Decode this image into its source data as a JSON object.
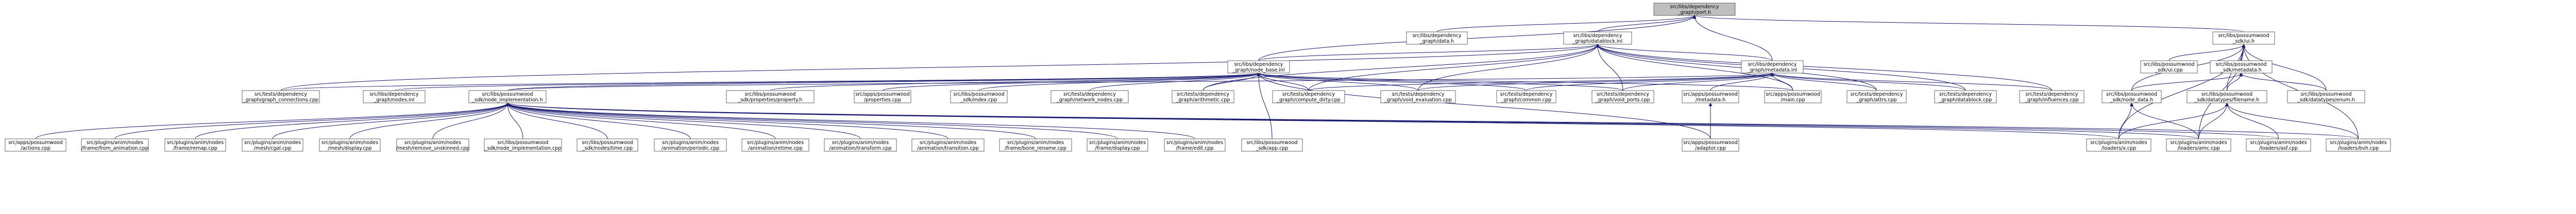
{
  "colors": {
    "edge": "#191970",
    "node_fill": "#ffffff",
    "node_stroke": "#666666",
    "root_fill": "#bfbfbf",
    "incomplete_stroke": "#ff0000"
  },
  "nodes": [
    {
      "id": "root",
      "lines": [
        "src/libs/dependency",
        "_graph/port.h"
      ],
      "style": "root"
    },
    {
      "id": "data_h",
      "lines": [
        "src/libs/dependency",
        "_graph/data.h"
      ]
    },
    {
      "id": "datablock_inl",
      "lines": [
        "src/libs/dependency",
        "_graph/datablock.inl"
      ]
    },
    {
      "id": "sdk_ui_h",
      "lines": [
        "src/libs/possumwood",
        "_sdk/ui.h"
      ]
    },
    {
      "id": "node_base_inl",
      "lines": [
        "src/libs/dependency",
        "_graph/node_base.inl"
      ]
    },
    {
      "id": "metadata_inl",
      "lines": [
        "src/libs/dependency",
        "_graph/metadata.inl"
      ]
    },
    {
      "id": "sdk_ui_cpp",
      "lines": [
        "src/libs/possumwood",
        "_sdk/ui.cpp"
      ]
    },
    {
      "id": "metadata_h",
      "lines": [
        "src/libs/possumwood",
        "_sdk/metadata.h"
      ],
      "style": "red"
    },
    {
      "id": "graph_connections",
      "lines": [
        "src/tests/dependency",
        "_graph/graph_connections.cpp"
      ]
    },
    {
      "id": "nodes_inl",
      "lines": [
        "src/libs/dependency",
        "_graph/nodes.inl"
      ],
      "style": "red"
    },
    {
      "id": "node_impl_h",
      "lines": [
        "src/libs/possumwood",
        "_sdk/node_implementation.h"
      ],
      "style": "red"
    },
    {
      "id": "properties_property_h",
      "lines": [
        "src/libs/possumwood",
        "_sdk/properties/property.h"
      ],
      "style": "red"
    },
    {
      "id": "properties_cpp",
      "lines": [
        "src/apps/possumwood",
        "/properties.cpp"
      ]
    },
    {
      "id": "sdk_index_cpp",
      "lines": [
        "src/libs/possumwood",
        "_sdk/index.cpp"
      ]
    },
    {
      "id": "network_nodes_cpp",
      "lines": [
        "src/tests/dependency",
        "_graph/network_nodes.cpp"
      ]
    },
    {
      "id": "arithmetic_cpp",
      "lines": [
        "src/tests/dependency",
        "_graph/arithmetic.cpp"
      ]
    },
    {
      "id": "compute_dirty_cpp",
      "lines": [
        "src/tests/dependency",
        "_graph/compute_dirty.cpp"
      ]
    },
    {
      "id": "void_evaluation_cpp",
      "lines": [
        "src/tests/dependency",
        "_graph/void_evaluation.cpp"
      ]
    },
    {
      "id": "common_cpp",
      "lines": [
        "src/tests/dependency",
        "_graph/common.cpp"
      ]
    },
    {
      "id": "void_ports_cpp",
      "lines": [
        "src/tests/dependency",
        "_graph/void_ports.cpp"
      ]
    },
    {
      "id": "apps_metadata_h",
      "lines": [
        "src/apps/possumwood",
        "/metadata.h"
      ],
      "style": "red"
    },
    {
      "id": "main_cpp",
      "lines": [
        "src/apps/possumwood",
        "/main.cpp"
      ]
    },
    {
      "id": "attrs_cpp",
      "lines": [
        "src/tests/dependency",
        "_graph/attrs.cpp"
      ]
    },
    {
      "id": "datablock_cpp",
      "lines": [
        "src/tests/dependency",
        "_graph/datablock.cpp"
      ]
    },
    {
      "id": "influences_cpp",
      "lines": [
        "src/tests/dependency",
        "_graph/influences.cpp"
      ]
    },
    {
      "id": "node_data_h",
      "lines": [
        "src/libs/possumwood",
        "_sdk/node_data.h"
      ],
      "style": "red"
    },
    {
      "id": "datatypes_filename_h",
      "lines": [
        "src/libs/possumwood",
        "_sdk/datatypes/filename.h"
      ],
      "style": "red"
    },
    {
      "id": "datatypes_enum_h",
      "lines": [
        "src/libs/possumwood",
        "_sdk/datatypes/enum.h"
      ],
      "style": "red"
    },
    {
      "id": "actions_cpp",
      "lines": [
        "src/apps/possumwood",
        "/actions.cpp"
      ]
    },
    {
      "id": "frame_from_animation",
      "lines": [
        "src/plugins/anim/nodes",
        "/frame/from_animation.cpp"
      ]
    },
    {
      "id": "frame_remap",
      "lines": [
        "src/plugins/anim/nodes",
        "/frame/remap.cpp"
      ]
    },
    {
      "id": "mesh_cgal",
      "lines": [
        "src/plugins/anim/nodes",
        "/mesh/cgal.cpp"
      ]
    },
    {
      "id": "mesh_display",
      "lines": [
        "src/plugins/anim/nodes",
        "/mesh/display.cpp"
      ]
    },
    {
      "id": "mesh_remove_unskinned",
      "lines": [
        "src/plugins/anim/nodes",
        "/mesh/remove_unskinned.cpp"
      ]
    },
    {
      "id": "sdk_node_impl_cpp",
      "lines": [
        "src/libs/possumwood",
        "_sdk/node_implementation.cpp"
      ]
    },
    {
      "id": "sdk_nodes_time",
      "lines": [
        "src/libs/possumwood",
        "_sdk/nodes/time.cpp"
      ]
    },
    {
      "id": "animation_periodic",
      "lines": [
        "src/plugins/anim/nodes",
        "/animation/periodic.cpp"
      ]
    },
    {
      "id": "animation_retime",
      "lines": [
        "src/plugins/anim/nodes",
        "/animation/retime.cpp"
      ]
    },
    {
      "id": "animation_transform",
      "lines": [
        "src/plugins/anim/nodes",
        "/animation/transform.cpp"
      ]
    },
    {
      "id": "animation_transition",
      "lines": [
        "src/plugins/anim/nodes",
        "/animation/transition.cpp"
      ]
    },
    {
      "id": "frame_bone_rename",
      "lines": [
        "src/plugins/anim/nodes",
        "/frame/bone_rename.cpp"
      ]
    },
    {
      "id": "frame_display",
      "lines": [
        "src/plugins/anim/nodes",
        "/frame/display.cpp"
      ]
    },
    {
      "id": "frame_edit",
      "lines": [
        "src/plugins/anim/nodes",
        "/frame/edit.cpp"
      ]
    },
    {
      "id": "sdk_app_cpp",
      "lines": [
        "src/libs/possumwood",
        "_sdk/app.cpp"
      ]
    },
    {
      "id": "adaptor_cpp",
      "lines": [
        "src/apps/possumwood",
        "/adaptor.cpp"
      ]
    },
    {
      "id": "loaders_x_cpp",
      "lines": [
        "src/plugins/anim/nodes",
        "/loaders/x.cpp"
      ]
    },
    {
      "id": "loaders_amc_cpp",
      "lines": [
        "src/plugins/anim/nodes",
        "/loaders/amc.cpp"
      ]
    },
    {
      "id": "loaders_asf_cpp",
      "lines": [
        "src/plugins/anim/nodes",
        "/loaders/asf.cpp"
      ]
    },
    {
      "id": "loaders_bvh_cpp",
      "lines": [
        "src/plugins/anim/nodes",
        "/loaders/bvh.cpp"
      ]
    }
  ],
  "edges": [
    [
      "data_h",
      "root"
    ],
    [
      "datablock_inl",
      "root"
    ],
    [
      "sdk_ui_h",
      "root"
    ],
    [
      "node_base_inl",
      "root"
    ],
    [
      "metadata_inl",
      "root"
    ],
    [
      "node_base_inl",
      "datablock_inl"
    ],
    [
      "metadata_inl",
      "datablock_inl"
    ],
    [
      "graph_connections",
      "datablock_inl"
    ],
    [
      "arithmetic_cpp",
      "datablock_inl"
    ],
    [
      "compute_dirty_cpp",
      "datablock_inl"
    ],
    [
      "void_evaluation_cpp",
      "datablock_inl"
    ],
    [
      "void_ports_cpp",
      "datablock_inl"
    ],
    [
      "main_cpp",
      "datablock_inl"
    ],
    [
      "attrs_cpp",
      "datablock_inl"
    ],
    [
      "datablock_cpp",
      "datablock_inl"
    ],
    [
      "influences_cpp",
      "datablock_inl"
    ],
    [
      "sdk_ui_cpp",
      "sdk_ui_h"
    ],
    [
      "metadata_h",
      "sdk_ui_h"
    ],
    [
      "node_data_h",
      "sdk_ui_h"
    ],
    [
      "datatypes_filename_h",
      "sdk_ui_h"
    ],
    [
      "datatypes_enum_h",
      "sdk_ui_h"
    ],
    [
      "loaders_x_cpp",
      "sdk_ui_h"
    ],
    [
      "loaders_amc_cpp",
      "sdk_ui_h"
    ],
    [
      "loaders_bvh_cpp",
      "sdk_ui_h"
    ],
    [
      "graph_connections",
      "node_base_inl"
    ],
    [
      "nodes_inl",
      "node_base_inl"
    ],
    [
      "node_impl_h",
      "node_base_inl"
    ],
    [
      "properties_property_h",
      "node_base_inl"
    ],
    [
      "properties_cpp",
      "node_base_inl"
    ],
    [
      "sdk_index_cpp",
      "node_base_inl"
    ],
    [
      "network_nodes_cpp",
      "node_base_inl"
    ],
    [
      "arithmetic_cpp",
      "node_base_inl"
    ],
    [
      "compute_dirty_cpp",
      "node_base_inl"
    ],
    [
      "void_evaluation_cpp",
      "node_base_inl"
    ],
    [
      "common_cpp",
      "node_base_inl"
    ],
    [
      "void_ports_cpp",
      "node_base_inl"
    ],
    [
      "main_cpp",
      "node_base_inl"
    ],
    [
      "sdk_app_cpp",
      "node_base_inl"
    ],
    [
      "adaptor_cpp",
      "node_base_inl"
    ],
    [
      "compute_dirty_cpp",
      "metadata_inl"
    ],
    [
      "void_evaluation_cpp",
      "metadata_inl"
    ],
    [
      "common_cpp",
      "metadata_inl"
    ],
    [
      "void_ports_cpp",
      "metadata_inl"
    ],
    [
      "apps_metadata_h",
      "metadata_inl"
    ],
    [
      "main_cpp",
      "metadata_inl"
    ],
    [
      "attrs_cpp",
      "metadata_inl"
    ],
    [
      "datablock_cpp",
      "metadata_inl"
    ],
    [
      "influences_cpp",
      "metadata_inl"
    ],
    [
      "node_impl_h",
      "metadata_inl"
    ],
    [
      "node_data_h",
      "metadata_h"
    ],
    [
      "datatypes_filename_h",
      "metadata_h"
    ],
    [
      "datatypes_enum_h",
      "metadata_h"
    ],
    [
      "adaptor_cpp",
      "apps_metadata_h"
    ],
    [
      "loaders_x_cpp",
      "node_data_h"
    ],
    [
      "loaders_amc_cpp",
      "node_data_h"
    ],
    [
      "loaders_x_cpp",
      "datatypes_filename_h"
    ],
    [
      "loaders_amc_cpp",
      "datatypes_filename_h"
    ],
    [
      "loaders_asf_cpp",
      "datatypes_filename_h"
    ],
    [
      "loaders_bvh_cpp",
      "datatypes_filename_h"
    ],
    [
      "actions_cpp",
      "node_impl_h"
    ],
    [
      "frame_from_animation",
      "node_impl_h"
    ],
    [
      "frame_remap",
      "node_impl_h"
    ],
    [
      "mesh_cgal",
      "node_impl_h"
    ],
    [
      "mesh_display",
      "node_impl_h"
    ],
    [
      "mesh_remove_unskinned",
      "node_impl_h"
    ],
    [
      "sdk_node_impl_cpp",
      "node_impl_h"
    ],
    [
      "sdk_nodes_time",
      "node_impl_h"
    ],
    [
      "animation_periodic",
      "node_impl_h"
    ],
    [
      "animation_retime",
      "node_impl_h"
    ],
    [
      "animation_transform",
      "node_impl_h"
    ],
    [
      "animation_transition",
      "node_impl_h"
    ],
    [
      "frame_bone_rename",
      "node_impl_h"
    ],
    [
      "frame_display",
      "node_impl_h"
    ],
    [
      "frame_edit",
      "node_impl_h"
    ],
    [
      "loaders_x_cpp",
      "node_impl_h"
    ],
    [
      "loaders_amc_cpp",
      "node_impl_h"
    ],
    [
      "loaders_asf_cpp",
      "node_impl_h"
    ],
    [
      "loaders_bvh_cpp",
      "node_impl_h"
    ]
  ]
}
